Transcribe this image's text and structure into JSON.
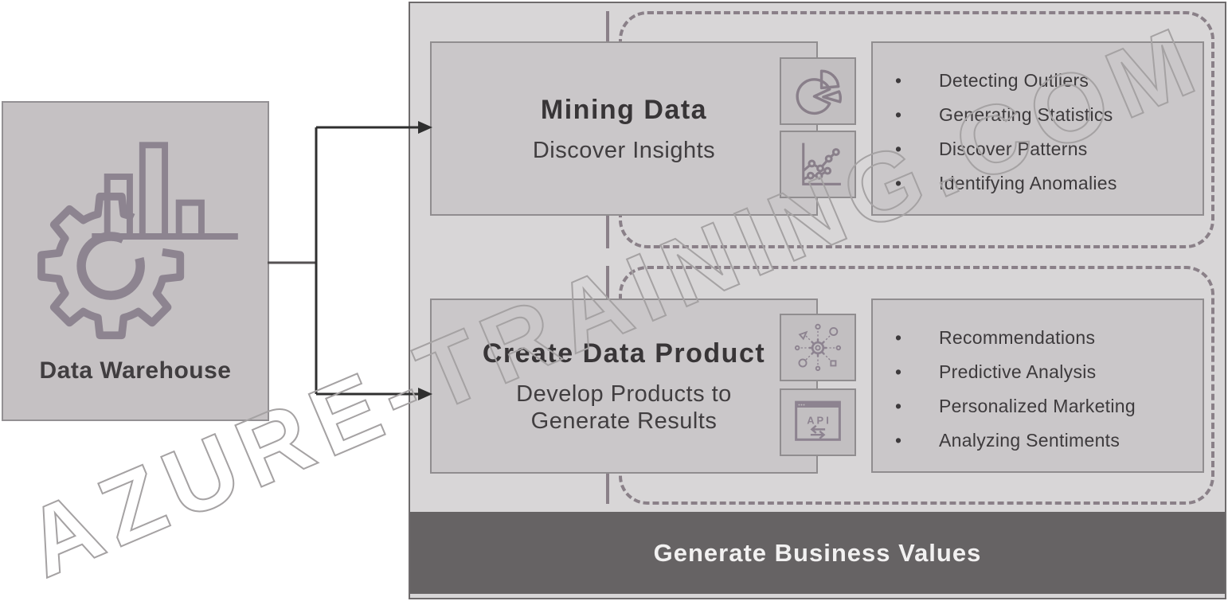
{
  "watermark": {
    "text": "AZURE-TRAINING.COM"
  },
  "warehouse": {
    "label": "Data Warehouse",
    "icon": "gear-bar-chart-icon"
  },
  "groups": [
    {
      "title": "Mining Data",
      "subtitle": "Discover Insights",
      "icon_tiles": [
        "pie-chart-icon",
        "scatter-chart-icon"
      ],
      "bullets": [
        "Detecting Outliers",
        "Generating Statistics",
        "Discover Patterns",
        "Identifying Anomalies"
      ]
    },
    {
      "title": "Create Data Product",
      "subtitle": "Develop Products to Generate Results",
      "icon_tiles": [
        "distribute-gear-icon",
        "api-window-icon"
      ],
      "bullets": [
        "Recommendations",
        "Predictive Analysis",
        "Personalized Marketing",
        "Analyzing Sentiments"
      ]
    }
  ],
  "footer": {
    "label": "Generate Business Values"
  },
  "ui": {
    "bullet": "•"
  },
  "colors": {
    "panel_bg": "#d8d6d7",
    "box_bg": "#cac7c9",
    "tile_bg": "#c2bfc1",
    "warehouse_bg": "#c5c1c3",
    "border_gray": "#908d8f",
    "dashed_outline": "#8a8088",
    "icon_stroke": "#8d8490",
    "dark_bar": "#666364",
    "text_dark": "#3d3a3c",
    "footer_text": "#f2f1f1",
    "arrow": "#2f2f2f",
    "watermark_stroke": "#a5a2a3"
  }
}
